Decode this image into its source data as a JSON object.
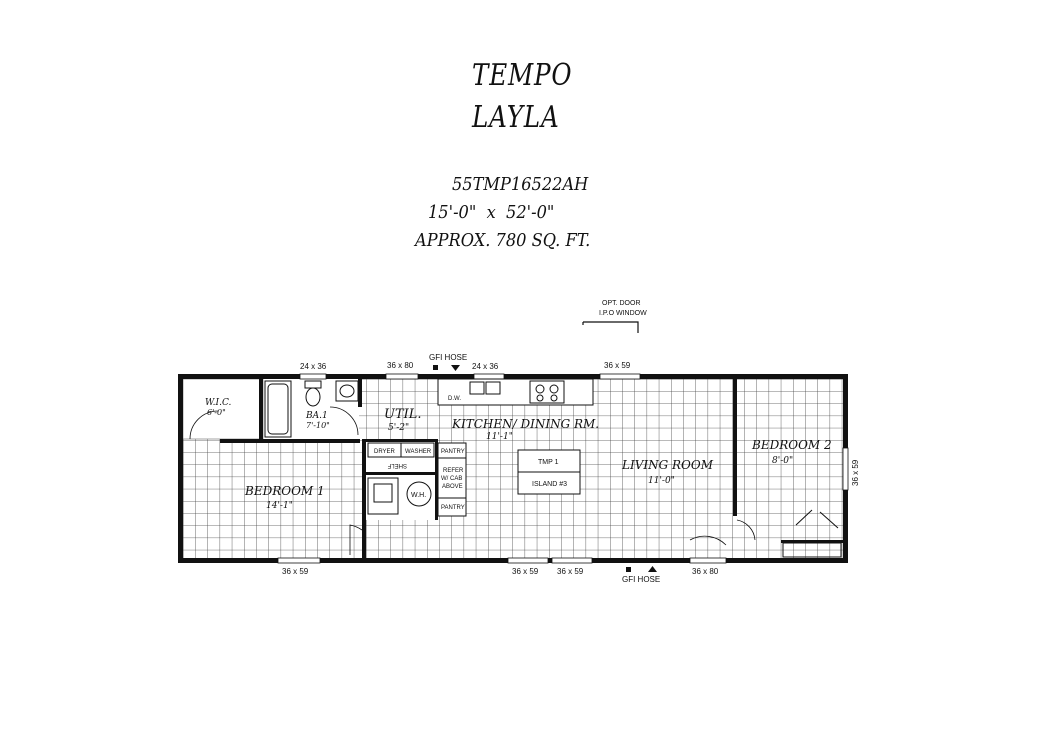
{
  "title": {
    "series": "TEMPO",
    "model": "LAYLA",
    "code": "55TMP16522AH",
    "dimensions": "15'-0\"  x  52'-0\"",
    "area": "APPROX. 780 SQ. FT."
  },
  "rooms": {
    "wic": {
      "name": "W.I.C.",
      "size": "6'-0\""
    },
    "bath": {
      "name": "BA.1",
      "size": "7'-10\""
    },
    "util": {
      "name": "UTIL.",
      "size": "5'-2\""
    },
    "kitchen": {
      "name": "KITCHEN/ DINING RM.",
      "size": "11'-1\""
    },
    "living": {
      "name": "LIVING ROOM",
      "size": "11'-0\""
    },
    "bedroom1": {
      "name": "BEDROOM 1",
      "size": "14'-1\""
    },
    "bedroom2": {
      "name": "BEDROOM 2",
      "size": "8'-0\""
    }
  },
  "fixtures": {
    "dryer": "DRYER",
    "washer": "WASHER",
    "shelf": "SHELF",
    "pantry_top": "PANTRY",
    "pantry_bottom": "PANTRY",
    "refer": [
      "REFER",
      "W/ CAB",
      "ABOVE"
    ],
    "dw": "D.W.",
    "wh": "W.H.",
    "island_top": "TMP 1",
    "island_bottom": "ISLAND #3"
  },
  "openings": {
    "top_window_bath": "24 x 36",
    "top_door": "36 x 80",
    "top_gfi": "GFI HOSE",
    "top_window_kitchen": "24 x 36",
    "top_window_living": "36 x 59",
    "opt_door_line1": "OPT. DOOR",
    "opt_door_line2": "I.P.O WINDOW",
    "right_window": "36 x 59",
    "bottom_window_bed1": "36 x 59",
    "bottom_window_living1": "36 x 59",
    "bottom_window_living2": "36 x 59",
    "bottom_gfi": "GFI HOSE",
    "bottom_door": "36 x 80"
  }
}
